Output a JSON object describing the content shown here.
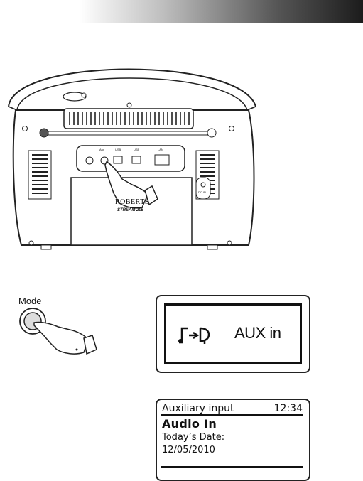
{
  "radio": {
    "brand": "ROBERTS",
    "model": "STREAM 205",
    "ports": [
      "Aux",
      "USB",
      "USB",
      "LAN"
    ],
    "dc_label": "DC IN"
  },
  "mode_button": {
    "label": "Mode"
  },
  "display_aux": {
    "text": "AUX in",
    "icon": "aux-input-icon"
  },
  "display_info": {
    "header": "Auxiliary input",
    "time": "12:34",
    "title": "Audio In",
    "date_label": "Today’s Date:",
    "date": "12/05/2010"
  }
}
